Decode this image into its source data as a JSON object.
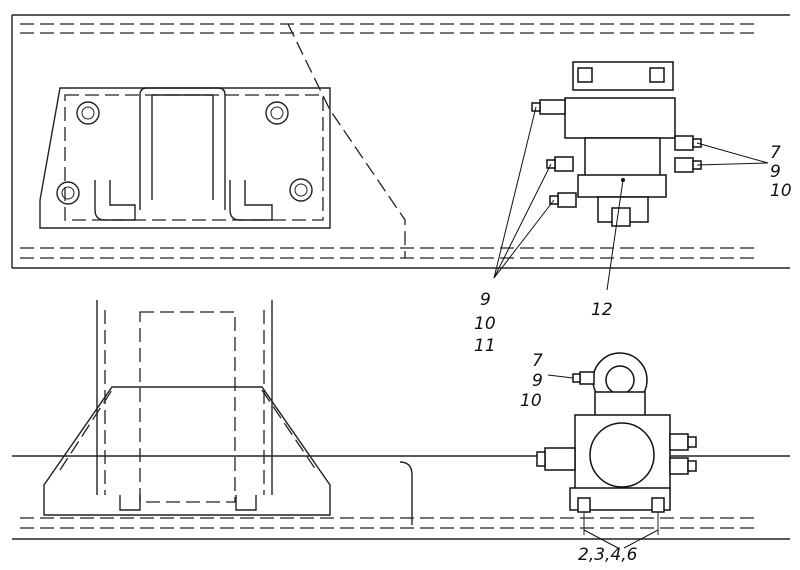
{
  "top_view": {
    "callouts": {
      "fittings_right": [
        "7",
        "9",
        "10"
      ],
      "fittings_left": [
        "9",
        "10",
        "11"
      ],
      "valve": "12"
    }
  },
  "bottom_view": {
    "callouts": {
      "fitting_top": [
        "7",
        "9",
        "10"
      ],
      "bracket_fasteners": "2,3,4,6"
    }
  }
}
